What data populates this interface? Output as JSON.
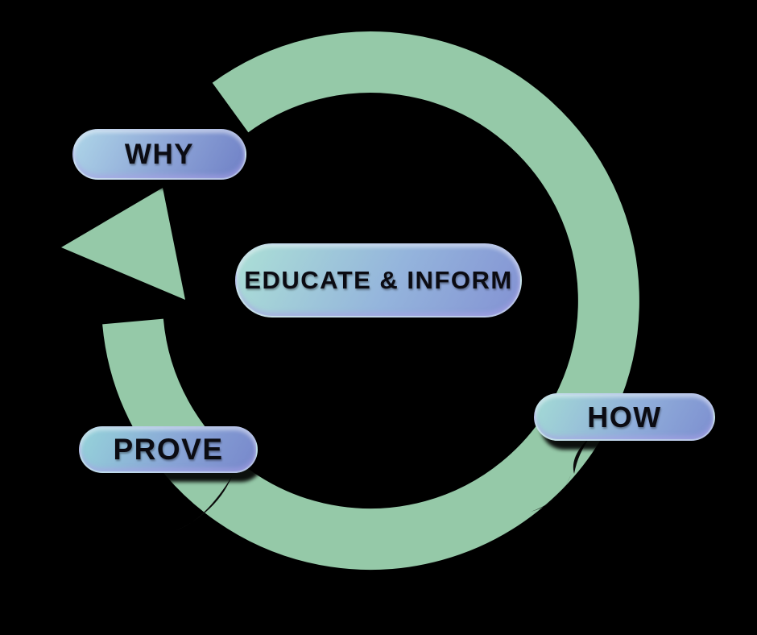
{
  "diagram": {
    "type": "cycle",
    "background_color": "#000000",
    "arrow": {
      "name": "cycle-arrow",
      "color": "#95C9A8",
      "direction": "clockwise"
    },
    "doodles": {
      "color": "#0A0A0A",
      "items": [
        "swoosh-left",
        "swoosh-right-top",
        "swoosh-right-bottom"
      ]
    },
    "pill_text_color": "#0B0B12",
    "pills": {
      "why": {
        "label": "WHY",
        "gradient": {
          "from": "#AED6E8",
          "mid": "#8CA3D6",
          "to": "#6F80C6"
        }
      },
      "center": {
        "label": "EDUCATE & INFORM",
        "gradient": {
          "from": "#ACE0D6",
          "mid": "#94B4DC",
          "to": "#8392D3"
        }
      },
      "how": {
        "label": "HOW",
        "gradient": {
          "from": "#A3DBD5",
          "mid": "#90AEDA",
          "to": "#7D8FD0"
        }
      },
      "prove": {
        "label": "PROVE",
        "gradient": {
          "from": "#96D4DA",
          "mid": "#88A4D6",
          "to": "#7787CB"
        }
      }
    }
  }
}
